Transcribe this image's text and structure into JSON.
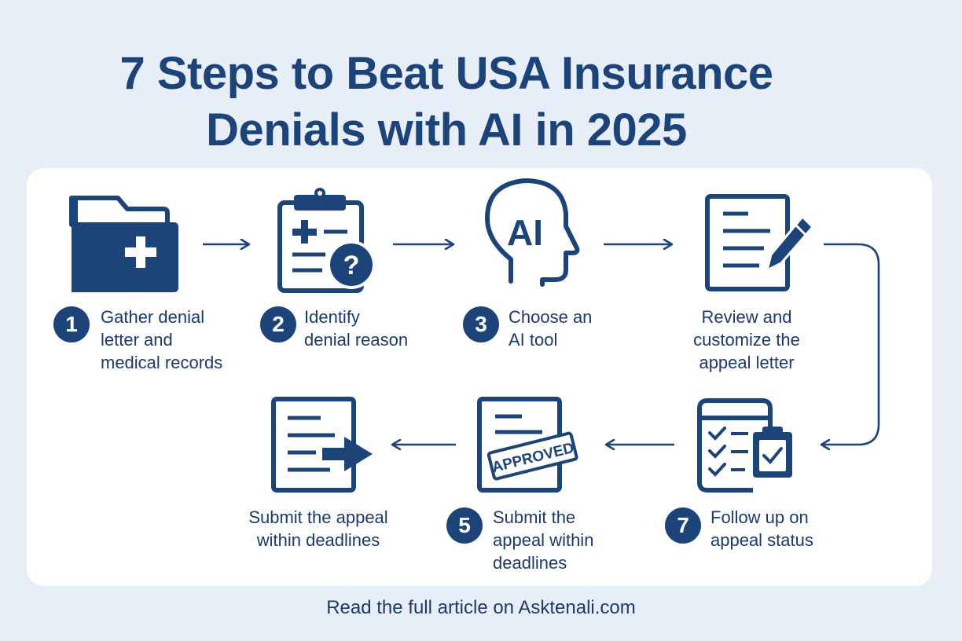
{
  "title": {
    "line1": "7 Steps to Beat USA Insurance",
    "line2": "Denials with AI in 2025"
  },
  "steps": [
    {
      "number": "1",
      "lines": [
        "Gather denial",
        "letter and",
        "medical records"
      ],
      "icon": "folder-plus-icon"
    },
    {
      "number": "2",
      "lines": [
        "Identify",
        "denial reason"
      ],
      "icon": "clipboard-question-icon"
    },
    {
      "number": "3",
      "lines": [
        "Choose an",
        "AI tool"
      ],
      "icon": "ai-head-icon",
      "icon_text": "AI"
    },
    {
      "number": "",
      "lines": [
        "Review and",
        "customize the",
        "appeal letter"
      ],
      "icon": "document-pencil-icon"
    },
    {
      "number": "7",
      "lines": [
        "Follow up on",
        "appeal status"
      ],
      "icon": "checklist-clipboard-icon"
    },
    {
      "number": "5",
      "lines": [
        "Submit the",
        "appeal within",
        "deadlines"
      ],
      "icon": "approved-document-icon",
      "icon_text": "APPROVED"
    },
    {
      "number": "",
      "lines": [
        "Submit the appeal",
        "within deadlines"
      ],
      "icon": "document-arrow-icon"
    }
  ],
  "footer": "Read the full article on Asktenali.com",
  "colors": {
    "background": "#e8eef7",
    "card": "#ffffff",
    "primary": "#1d4479",
    "text": "#1b3a6b"
  }
}
